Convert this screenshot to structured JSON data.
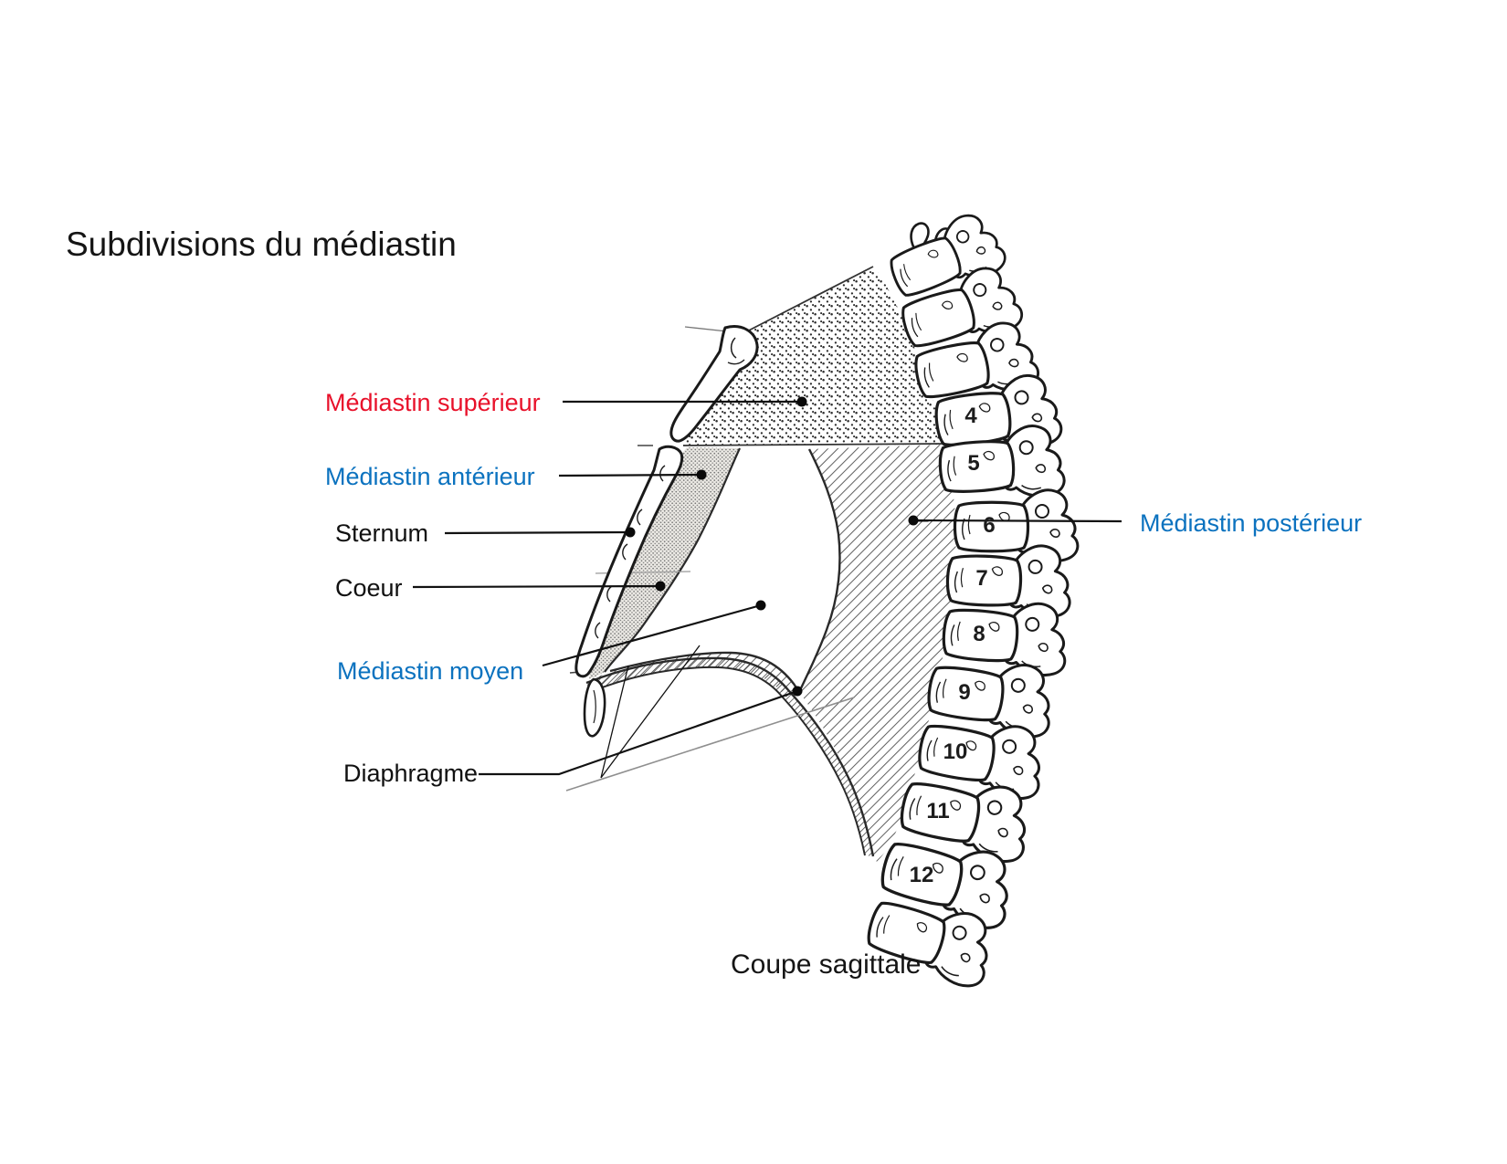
{
  "title": "Subdivisions du médiastin",
  "caption": "Coupe sagittale",
  "colors": {
    "label_red": "#e8112a",
    "label_blue": "#0b72bf",
    "ink": "#1a1a1a",
    "stipple_gray": "#707070",
    "hatch_gray": "#5e5e5e"
  },
  "labels": [
    {
      "text": "Médiastin supérieur",
      "color": "#e8112a"
    },
    {
      "text": "Médiastin antérieur",
      "color": "#0b72bf"
    },
    {
      "text": "Sternum",
      "color": "#111111"
    },
    {
      "text": "Coeur",
      "color": "#111111"
    },
    {
      "text": "Médiastin moyen",
      "color": "#0b72bf"
    },
    {
      "text": "Diaphragme",
      "color": "#111111"
    },
    {
      "text": "Médiastin postérieur",
      "color": "#0b72bf"
    }
  ],
  "spine": {
    "vertebrae": [
      "4",
      "5",
      "6",
      "7",
      "8",
      "9",
      "10",
      "11",
      "12"
    ]
  }
}
